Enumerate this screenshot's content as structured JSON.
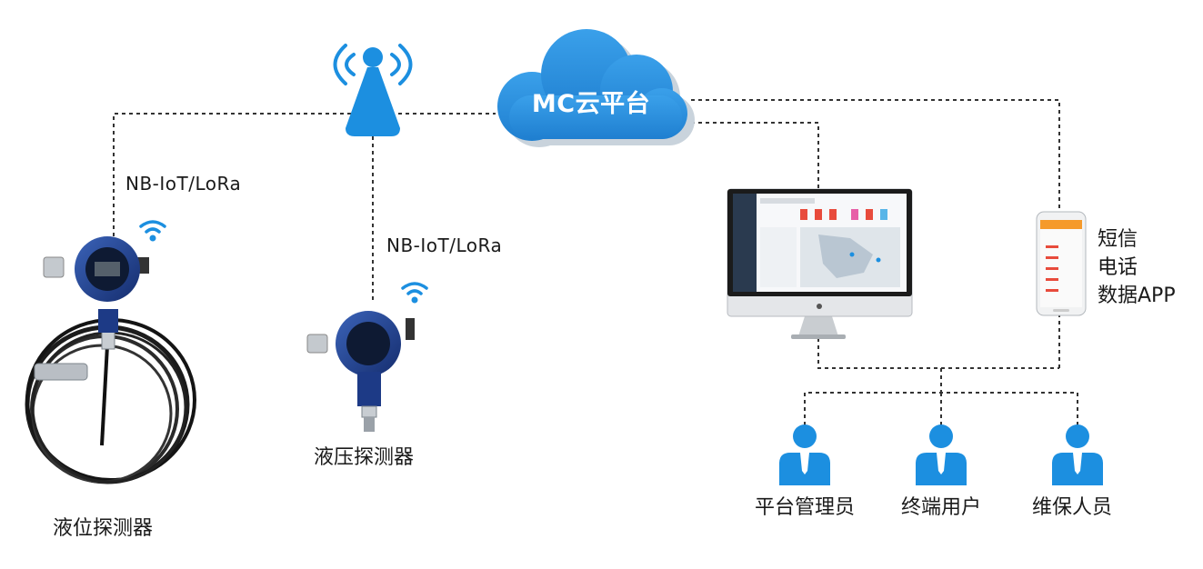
{
  "cloud": {
    "label": "MC云平台",
    "icon": "cloud-icon",
    "color": "#2f8fdc"
  },
  "protocols": {
    "left": "NB-IoT/LoRa",
    "middle": "NB-IoT/LoRa"
  },
  "devices": {
    "level_detector": {
      "label": "液位探测器",
      "icon": "level-transmitter-icon"
    },
    "pressure_detector": {
      "label": "液压探测器",
      "icon": "pressure-transmitter-icon"
    }
  },
  "tower": {
    "icon": "antenna-tower-icon"
  },
  "terminals": {
    "monitor": {
      "icon": "imac-monitor-icon"
    },
    "phone": {
      "icon": "smartphone-icon"
    }
  },
  "notify": {
    "line1": "短信",
    "line2": "电话",
    "line3": "数据APP"
  },
  "roles": [
    {
      "label": "平台管理员",
      "icon": "user-icon"
    },
    {
      "label": "终端用户",
      "icon": "user-icon"
    },
    {
      "label": "维保人员",
      "icon": "user-icon"
    }
  ],
  "colors": {
    "accent": "#1c8fe0",
    "device_blue": "#1f3f8f",
    "line": "#333333"
  }
}
